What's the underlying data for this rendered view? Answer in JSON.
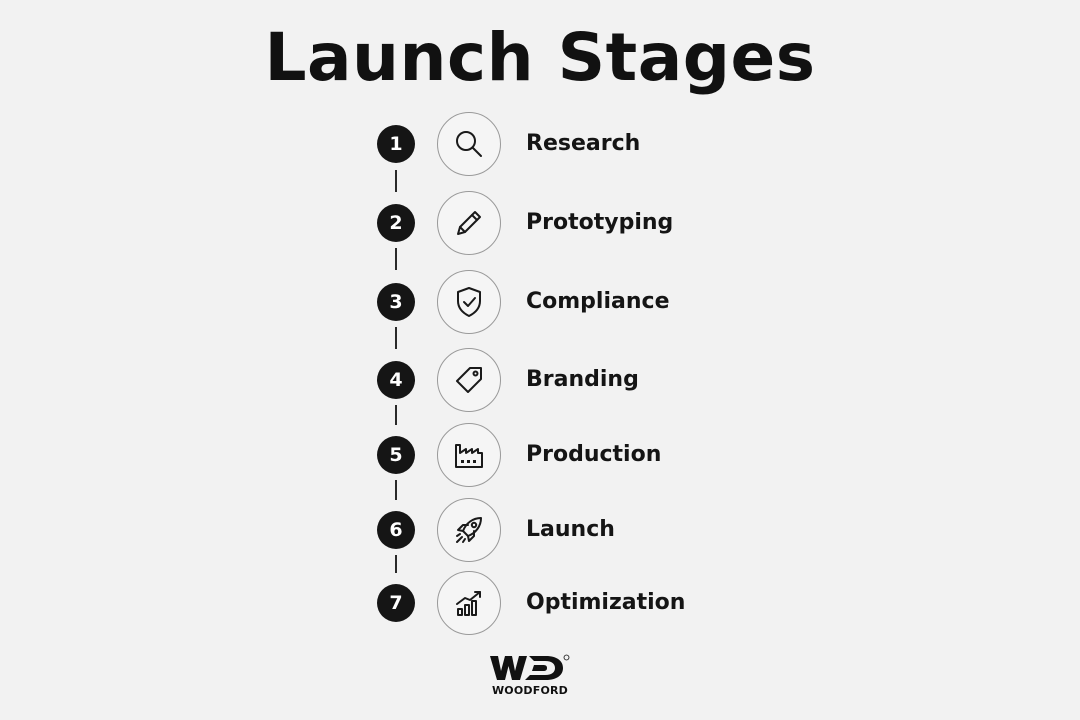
{
  "title": "Launch Stages",
  "steps": [
    {
      "number": "1",
      "label": "Research",
      "icon": "magnifier-icon"
    },
    {
      "number": "2",
      "label": "Prototyping",
      "icon": "pencil-icon"
    },
    {
      "number": "3",
      "label": "Compliance",
      "icon": "shield-check-icon"
    },
    {
      "number": "4",
      "label": "Branding",
      "icon": "tag-icon"
    },
    {
      "number": "5",
      "label": "Production",
      "icon": "factory-icon"
    },
    {
      "number": "6",
      "label": "Launch",
      "icon": "rocket-icon"
    },
    {
      "number": "7",
      "label": "Optimization",
      "icon": "growth-chart-icon"
    }
  ],
  "logo": {
    "monogram": "WD",
    "wordmark": "WOODFORD"
  }
}
